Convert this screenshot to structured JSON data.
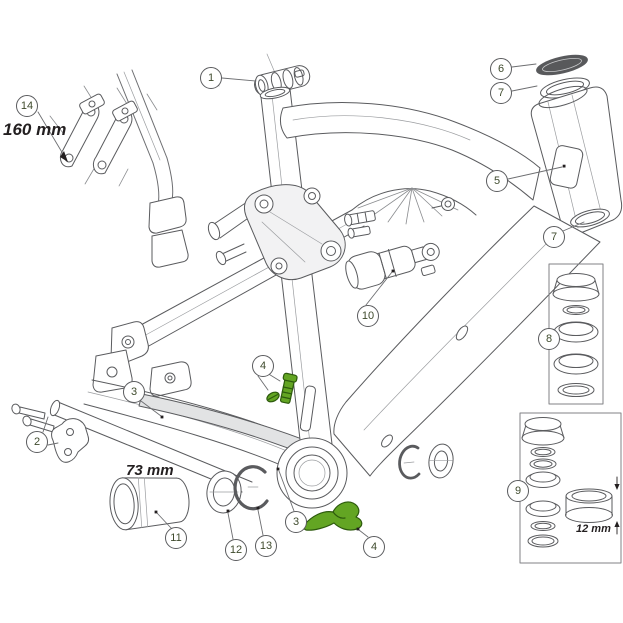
{
  "figure": {
    "type": "exploded-parts-diagram",
    "subject": "full-suspension bicycle frame"
  },
  "colors": {
    "line": "#58595b",
    "light_line": "#808285",
    "highlight_green_fill": "#63a523",
    "highlight_green_stroke": "#2d5a0d",
    "callout_number": "#3e4a2c",
    "label_text": "#231f20"
  },
  "labels": {
    "brake_adapter_size": "160 mm",
    "bottom_bracket_width": "73 mm",
    "headset_cup_height": "12 mm"
  },
  "callouts": {
    "c1": "1",
    "c2": "2",
    "c3a": "3",
    "c3b": "3",
    "c4a": "4",
    "c4b": "4",
    "c5": "5",
    "c6": "6",
    "c7a": "7",
    "c7b": "7",
    "c8": "8",
    "c9": "9",
    "c10": "10",
    "c11": "11",
    "c12": "12",
    "c13": "13",
    "c14": "14"
  }
}
